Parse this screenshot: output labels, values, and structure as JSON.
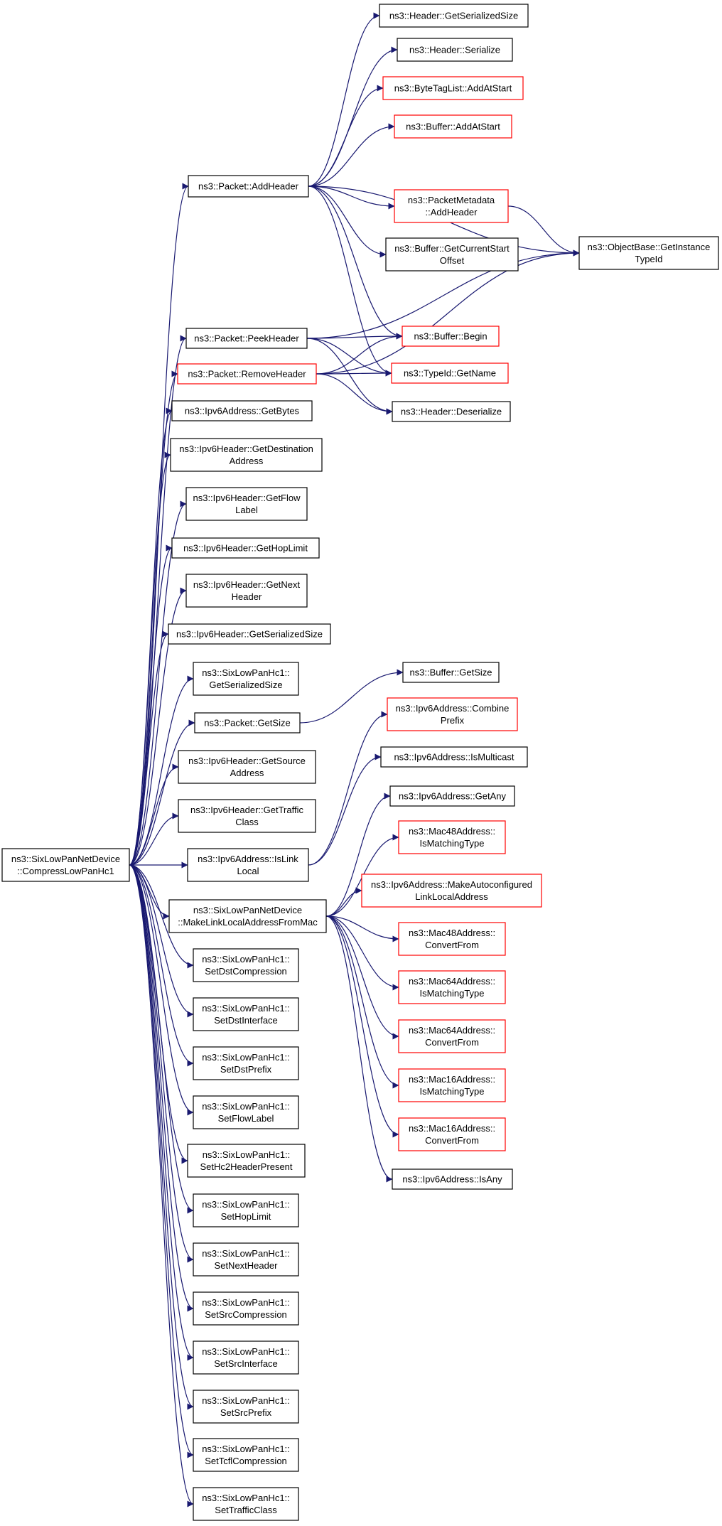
{
  "colors": {
    "edge": "#191970",
    "root_fill": "#bfbfbf",
    "border_normal": "#000000",
    "border_highlight": "#ff0000",
    "background": "#ffffff"
  },
  "nodes": [
    {
      "id": "root",
      "label": [
        "ns3::SixLowPanNetDevice",
        "::CompressLowPanHc1"
      ],
      "style": "root"
    },
    {
      "id": "hdr_gss",
      "label": [
        "ns3::Header::GetSerializedSize"
      ],
      "style": "normal"
    },
    {
      "id": "hdr_ser",
      "label": [
        "ns3::Header::Serialize"
      ],
      "style": "normal"
    },
    {
      "id": "btl_add",
      "label": [
        "ns3::ByteTagList::AddAtStart"
      ],
      "style": "red"
    },
    {
      "id": "buf_add",
      "label": [
        "ns3::Buffer::AddAtStart"
      ],
      "style": "red"
    },
    {
      "id": "pkt_addhdr",
      "label": [
        "ns3::Packet::AddHeader"
      ],
      "style": "normal"
    },
    {
      "id": "pm_addhdr",
      "label": [
        "ns3::PacketMetadata",
        "::AddHeader"
      ],
      "style": "red"
    },
    {
      "id": "buf_gcso",
      "label": [
        "ns3::Buffer::GetCurrentStart",
        "Offset"
      ],
      "style": "normal"
    },
    {
      "id": "ob_git",
      "label": [
        "ns3::ObjectBase::GetInstance",
        "TypeId"
      ],
      "style": "normal"
    },
    {
      "id": "pkt_peek",
      "label": [
        "ns3::Packet::PeekHeader"
      ],
      "style": "normal"
    },
    {
      "id": "buf_begin",
      "label": [
        "ns3::Buffer::Begin"
      ],
      "style": "red"
    },
    {
      "id": "pkt_remove",
      "label": [
        "ns3::Packet::RemoveHeader"
      ],
      "style": "red"
    },
    {
      "id": "tid_getname",
      "label": [
        "ns3::TypeId::GetName"
      ],
      "style": "red"
    },
    {
      "id": "hdr_deser",
      "label": [
        "ns3::Header::Deserialize"
      ],
      "style": "normal"
    },
    {
      "id": "ip6_getbytes",
      "label": [
        "ns3::Ipv6Address::GetBytes"
      ],
      "style": "normal"
    },
    {
      "id": "ip6h_gda",
      "label": [
        "ns3::Ipv6Header::GetDestination",
        "Address"
      ],
      "style": "normal"
    },
    {
      "id": "ip6h_gfl",
      "label": [
        "ns3::Ipv6Header::GetFlow",
        "Label"
      ],
      "style": "normal"
    },
    {
      "id": "ip6h_ghl",
      "label": [
        "ns3::Ipv6Header::GetHopLimit"
      ],
      "style": "normal"
    },
    {
      "id": "ip6h_gnh",
      "label": [
        "ns3::Ipv6Header::GetNext",
        "Header"
      ],
      "style": "normal"
    },
    {
      "id": "ip6h_gss",
      "label": [
        "ns3::Ipv6Header::GetSerializedSize"
      ],
      "style": "normal"
    },
    {
      "id": "hc1_gss",
      "label": [
        "ns3::SixLowPanHc1::",
        "GetSerializedSize"
      ],
      "style": "normal"
    },
    {
      "id": "buf_getsize",
      "label": [
        "ns3::Buffer::GetSize"
      ],
      "style": "normal"
    },
    {
      "id": "pkt_getsize",
      "label": [
        "ns3::Packet::GetSize"
      ],
      "style": "normal"
    },
    {
      "id": "ip6_combine",
      "label": [
        "ns3::Ipv6Address::Combine",
        "Prefix"
      ],
      "style": "red"
    },
    {
      "id": "ip6h_gsa",
      "label": [
        "ns3::Ipv6Header::GetSource",
        "Address"
      ],
      "style": "normal"
    },
    {
      "id": "ip6_ismc",
      "label": [
        "ns3::Ipv6Address::IsMulticast"
      ],
      "style": "normal"
    },
    {
      "id": "ip6h_gtc",
      "label": [
        "ns3::Ipv6Header::GetTraffic",
        "Class"
      ],
      "style": "normal"
    },
    {
      "id": "ip6_getany",
      "label": [
        "ns3::Ipv6Address::GetAny"
      ],
      "style": "normal"
    },
    {
      "id": "ip6_islink",
      "label": [
        "ns3::Ipv6Address::IsLink",
        "Local"
      ],
      "style": "normal"
    },
    {
      "id": "m48_imt",
      "label": [
        "ns3::Mac48Address::",
        "IsMatchingType"
      ],
      "style": "red"
    },
    {
      "id": "ip6_mkauto",
      "label": [
        "ns3::Ipv6Address::MakeAutoconfigured",
        "LinkLocalAddress"
      ],
      "style": "red"
    },
    {
      "id": "mkll",
      "label": [
        "ns3::SixLowPanNetDevice",
        "::MakeLinkLocalAddressFromMac"
      ],
      "style": "normal"
    },
    {
      "id": "m48_cf",
      "label": [
        "ns3::Mac48Address::",
        "ConvertFrom"
      ],
      "style": "red"
    },
    {
      "id": "hc1_sdc",
      "label": [
        "ns3::SixLowPanHc1::",
        "SetDstCompression"
      ],
      "style": "normal"
    },
    {
      "id": "m64_imt",
      "label": [
        "ns3::Mac64Address::",
        "IsMatchingType"
      ],
      "style": "red"
    },
    {
      "id": "hc1_sdi",
      "label": [
        "ns3::SixLowPanHc1::",
        "SetDstInterface"
      ],
      "style": "normal"
    },
    {
      "id": "m64_cf",
      "label": [
        "ns3::Mac64Address::",
        "ConvertFrom"
      ],
      "style": "red"
    },
    {
      "id": "hc1_sdp",
      "label": [
        "ns3::SixLowPanHc1::",
        "SetDstPrefix"
      ],
      "style": "normal"
    },
    {
      "id": "m16_imt",
      "label": [
        "ns3::Mac16Address::",
        "IsMatchingType"
      ],
      "style": "red"
    },
    {
      "id": "hc1_sfl",
      "label": [
        "ns3::SixLowPanHc1::",
        "SetFlowLabel"
      ],
      "style": "normal"
    },
    {
      "id": "m16_cf",
      "label": [
        "ns3::Mac16Address::",
        "ConvertFrom"
      ],
      "style": "red"
    },
    {
      "id": "hc1_shhp",
      "label": [
        "ns3::SixLowPanHc1::",
        "SetHc2HeaderPresent"
      ],
      "style": "normal"
    },
    {
      "id": "ip6_isany",
      "label": [
        "ns3::Ipv6Address::IsAny"
      ],
      "style": "normal"
    },
    {
      "id": "hc1_shl",
      "label": [
        "ns3::SixLowPanHc1::",
        "SetHopLimit"
      ],
      "style": "normal"
    },
    {
      "id": "hc1_snh",
      "label": [
        "ns3::SixLowPanHc1::",
        "SetNextHeader"
      ],
      "style": "normal"
    },
    {
      "id": "hc1_ssc",
      "label": [
        "ns3::SixLowPanHc1::",
        "SetSrcCompression"
      ],
      "style": "normal"
    },
    {
      "id": "hc1_ssi",
      "label": [
        "ns3::SixLowPanHc1::",
        "SetSrcInterface"
      ],
      "style": "normal"
    },
    {
      "id": "hc1_ssp",
      "label": [
        "ns3::SixLowPanHc1::",
        "SetSrcPrefix"
      ],
      "style": "normal"
    },
    {
      "id": "hc1_stc",
      "label": [
        "ns3::SixLowPanHc1::",
        "SetTcflCompression"
      ],
      "style": "normal"
    },
    {
      "id": "hc1_stcl",
      "label": [
        "ns3::SixLowPanHc1::",
        "SetTrafficClass"
      ],
      "style": "normal"
    }
  ],
  "edges": [
    [
      "root",
      "pkt_addhdr"
    ],
    [
      "root",
      "pkt_peek"
    ],
    [
      "root",
      "pkt_remove"
    ],
    [
      "root",
      "ip6_getbytes"
    ],
    [
      "root",
      "ip6h_gda"
    ],
    [
      "root",
      "ip6h_gfl"
    ],
    [
      "root",
      "ip6h_ghl"
    ],
    [
      "root",
      "ip6h_gnh"
    ],
    [
      "root",
      "ip6h_gss"
    ],
    [
      "root",
      "hc1_gss"
    ],
    [
      "root",
      "pkt_getsize"
    ],
    [
      "root",
      "ip6h_gsa"
    ],
    [
      "root",
      "ip6h_gtc"
    ],
    [
      "root",
      "ip6_islink"
    ],
    [
      "root",
      "mkll"
    ],
    [
      "root",
      "hc1_sdc"
    ],
    [
      "root",
      "hc1_sdi"
    ],
    [
      "root",
      "hc1_sdp"
    ],
    [
      "root",
      "hc1_sfl"
    ],
    [
      "root",
      "hc1_shhp"
    ],
    [
      "root",
      "hc1_shl"
    ],
    [
      "root",
      "hc1_snh"
    ],
    [
      "root",
      "hc1_ssc"
    ],
    [
      "root",
      "hc1_ssi"
    ],
    [
      "root",
      "hc1_ssp"
    ],
    [
      "root",
      "hc1_stc"
    ],
    [
      "root",
      "hc1_stcl"
    ],
    [
      "pkt_addhdr",
      "hdr_gss"
    ],
    [
      "pkt_addhdr",
      "hdr_ser"
    ],
    [
      "pkt_addhdr",
      "btl_add"
    ],
    [
      "pkt_addhdr",
      "buf_add"
    ],
    [
      "pkt_addhdr",
      "pm_addhdr"
    ],
    [
      "pkt_addhdr",
      "buf_gcso"
    ],
    [
      "pkt_addhdr",
      "ob_git"
    ],
    [
      "pkt_addhdr",
      "buf_begin"
    ],
    [
      "pkt_addhdr",
      "tid_getname"
    ],
    [
      "pm_addhdr",
      "ob_git"
    ],
    [
      "pkt_peek",
      "ob_git"
    ],
    [
      "pkt_peek",
      "buf_begin"
    ],
    [
      "pkt_peek",
      "tid_getname"
    ],
    [
      "pkt_peek",
      "hdr_deser"
    ],
    [
      "pkt_remove",
      "buf_begin"
    ],
    [
      "pkt_remove",
      "tid_getname"
    ],
    [
      "pkt_remove",
      "hdr_deser"
    ],
    [
      "pkt_remove",
      "ob_git"
    ],
    [
      "pkt_getsize",
      "buf_getsize"
    ],
    [
      "ip6_islink",
      "ip6_combine"
    ],
    [
      "ip6_islink",
      "ip6_ismc"
    ],
    [
      "mkll",
      "ip6_getany"
    ],
    [
      "mkll",
      "m48_imt"
    ],
    [
      "mkll",
      "ip6_mkauto"
    ],
    [
      "mkll",
      "m48_cf"
    ],
    [
      "mkll",
      "m64_imt"
    ],
    [
      "mkll",
      "m64_cf"
    ],
    [
      "mkll",
      "m16_imt"
    ],
    [
      "mkll",
      "m16_cf"
    ],
    [
      "mkll",
      "ip6_isany"
    ]
  ]
}
